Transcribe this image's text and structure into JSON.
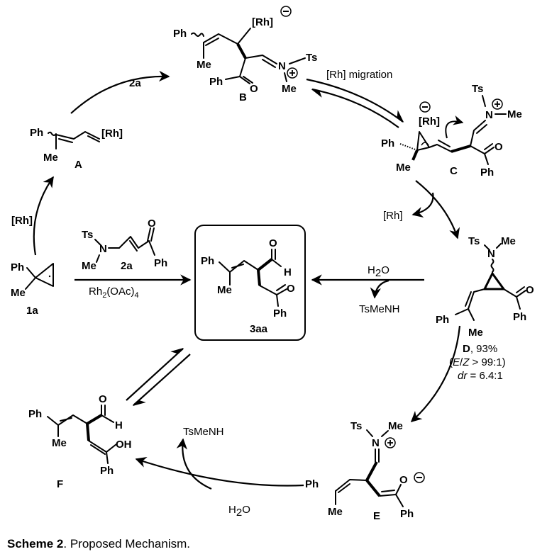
{
  "scheme": {
    "caption_label": "Scheme 2",
    "caption_text": ". Proposed Mechanism.",
    "common": {
      "Ph": "Ph",
      "Me": "Me",
      "Ts": "Ts",
      "Rh": "[Rh]",
      "O": "O",
      "H": "H",
      "N": "N",
      "OH": "OH"
    },
    "compounds": {
      "1a": {
        "label": "1a"
      },
      "2a": {
        "label": "2a"
      },
      "A": {
        "label": "A"
      },
      "B": {
        "label": "B"
      },
      "C": {
        "label": "C"
      },
      "D": {
        "label": "D",
        "yield": ", 93%",
        "ez_open": "(",
        "ez_E": "E",
        "ez_sep": "/",
        "ez_Z": "Z",
        "ez_rest": " > 99:1)",
        "dr_italic": "dr",
        "dr_value": " = 6.4:1"
      },
      "E": {
        "label": "E"
      },
      "F": {
        "label": "F"
      },
      "3aa": {
        "label": "3aa"
      }
    },
    "reagents": {
      "rh_arrow": "[Rh]",
      "to_B": "2a",
      "migration": "[Rh] migration",
      "rh_release": "[Rh]",
      "catalyst_main": "Rh",
      "catalyst_sub2": "2",
      "catalyst_mid": "(OAc)",
      "catalyst_sub4": "4",
      "water_H": "H",
      "water_sub": "2",
      "water_O": "O",
      "byproduct": "TsMeNH"
    },
    "charges": {
      "minus": "−",
      "plus": "+"
    }
  }
}
